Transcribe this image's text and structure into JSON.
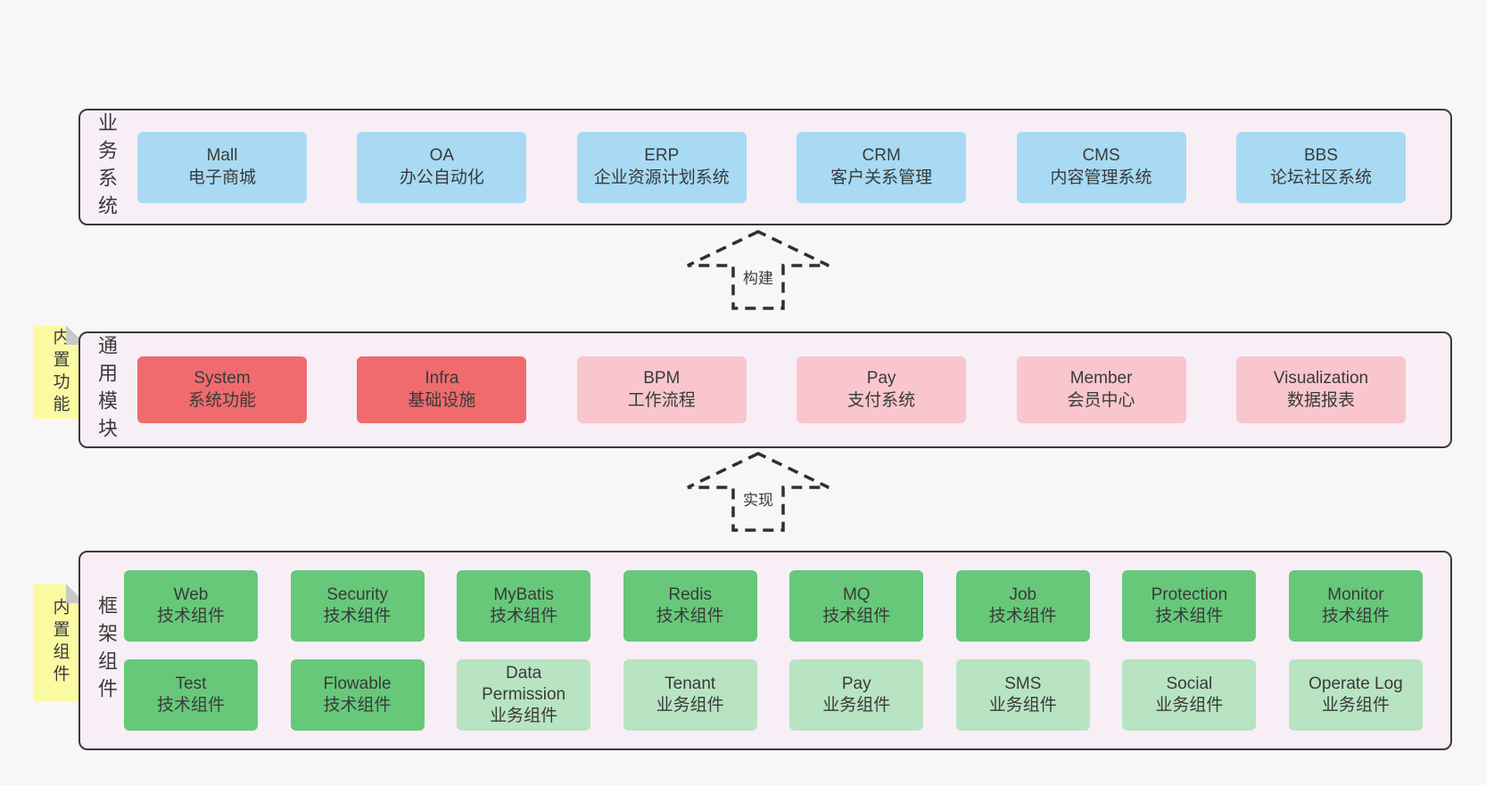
{
  "colors": {
    "page_bg": "#f7f7f7",
    "panel_bg": "#f8eef6",
    "panel_border": "#3a3a3a",
    "blue": "#a8daf4",
    "red": "#ef6b6e",
    "pink": "#f9c6ce",
    "green": "#67c87a",
    "light_green": "#b8e4c2",
    "yellow": "#fbfaa2",
    "fold": "#c8c8c8",
    "text": "#3a3a3a",
    "arrow": "#2f2f2f"
  },
  "layers": {
    "business": {
      "side_label": "业务系统",
      "boxes": [
        {
          "en": "Mall",
          "zh": "电子商城"
        },
        {
          "en": "OA",
          "zh": "办公自动化"
        },
        {
          "en": "ERP",
          "zh": "企业资源计划系统"
        },
        {
          "en": "CRM",
          "zh": "客户关系管理"
        },
        {
          "en": "CMS",
          "zh": "内容管理系统"
        },
        {
          "en": "BBS",
          "zh": "论坛社区系统"
        }
      ]
    },
    "modules": {
      "side_label": "通用模块",
      "note": "内置功能",
      "boxes": [
        {
          "en": "System",
          "zh": "系统功能"
        },
        {
          "en": "Infra",
          "zh": "基础设施"
        },
        {
          "en": "BPM",
          "zh": "工作流程"
        },
        {
          "en": "Pay",
          "zh": "支付系统"
        },
        {
          "en": "Member",
          "zh": "会员中心"
        },
        {
          "en": "Visualization",
          "zh": "数据报表"
        }
      ]
    },
    "components": {
      "side_label": "框架组件",
      "note": "内置组件",
      "row1": [
        {
          "en": "Web",
          "zh": "技术组件"
        },
        {
          "en": "Security",
          "zh": "技术组件"
        },
        {
          "en": "MyBatis",
          "zh": "技术组件"
        },
        {
          "en": "Redis",
          "zh": "技术组件"
        },
        {
          "en": "MQ",
          "zh": "技术组件"
        },
        {
          "en": "Job",
          "zh": "技术组件"
        },
        {
          "en": "Protection",
          "zh": "技术组件"
        },
        {
          "en": "Monitor",
          "zh": "技术组件"
        }
      ],
      "row2": [
        {
          "en": "Test",
          "zh": "技术组件"
        },
        {
          "en": "Flowable",
          "zh": "技术组件"
        },
        {
          "en": "Data Permission",
          "zh": "业务组件"
        },
        {
          "en": "Tenant",
          "zh": "业务组件"
        },
        {
          "en": "Pay",
          "zh": "业务组件"
        },
        {
          "en": "SMS",
          "zh": "业务组件"
        },
        {
          "en": "Social",
          "zh": "业务组件"
        },
        {
          "en": "Operate Log",
          "zh": "业务组件"
        }
      ]
    }
  },
  "arrows": {
    "build": "构建",
    "implement": "实现"
  }
}
